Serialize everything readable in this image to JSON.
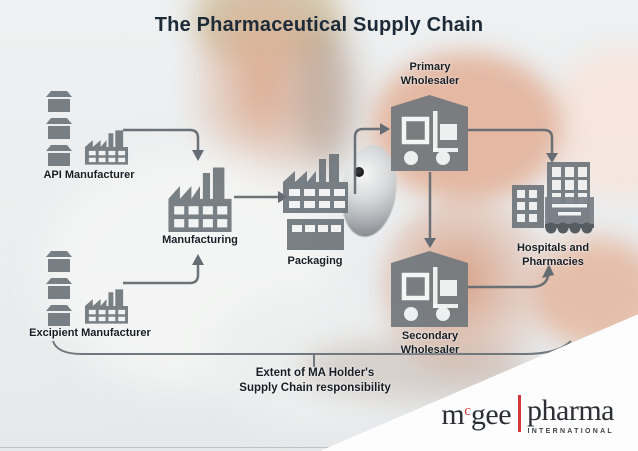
{
  "title": "The Pharmaceutical Supply Chain",
  "nodes": {
    "api_manufacturer": {
      "label": "API Manufacturer"
    },
    "manufacturing": {
      "label": "Manufacturing"
    },
    "packaging": {
      "label": "Packaging"
    },
    "excipient_manufacturer": {
      "label": "Excipient Manufacturer"
    },
    "primary_wholesaler": {
      "line1": "Primary",
      "line2": "Wholesaler"
    },
    "secondary_wholesaler": {
      "line1": "Secondary",
      "line2": "Wholesaler"
    },
    "hospitals_pharmacies": {
      "line1": "Hospitals and",
      "line2": "Pharmacies"
    }
  },
  "annotation": {
    "line1": "Extent of MA Holder's",
    "line2": "Supply Chain responsibility"
  },
  "logo": {
    "m": "m",
    "sup_c": "c",
    "gee": "gee",
    "pharma": "pharma",
    "tagline": "INTERNATIONAL"
  },
  "icons": {
    "api_manufacturer": "stacked-boxes-and-factory",
    "excipient_manufacturer": "stacked-boxes-and-factory",
    "manufacturing": "factory",
    "packaging": "factory-with-warehouse",
    "wholesaler": "forklift-warehouse",
    "hospitals_pharmacies": "buildings-with-storefront"
  },
  "colors": {
    "icon_gray": "#6e757b",
    "line_gray": "#646b72",
    "label_dark": "#171d24",
    "title_dark": "#1d2a38",
    "logo_red": "#d5383b",
    "logo_dark": "#2c2f36",
    "wedge_white": "#fdfdfd"
  }
}
